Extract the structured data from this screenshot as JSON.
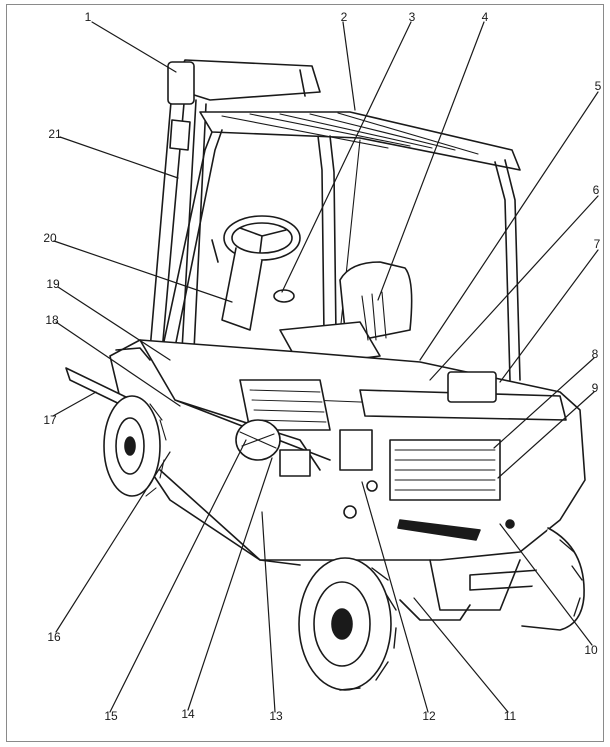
{
  "figure": {
    "callouts": [
      {
        "id": "1",
        "label": "1"
      },
      {
        "id": "2",
        "label": "2"
      },
      {
        "id": "3",
        "label": "3"
      },
      {
        "id": "4",
        "label": "4"
      },
      {
        "id": "5",
        "label": "5"
      },
      {
        "id": "6",
        "label": "6"
      },
      {
        "id": "7",
        "label": "7"
      },
      {
        "id": "8",
        "label": "8"
      },
      {
        "id": "9",
        "label": "9"
      },
      {
        "id": "10",
        "label": "10"
      },
      {
        "id": "11",
        "label": "11"
      },
      {
        "id": "12",
        "label": "12"
      },
      {
        "id": "13",
        "label": "13"
      },
      {
        "id": "14",
        "label": "14"
      },
      {
        "id": "15",
        "label": "15"
      },
      {
        "id": "16",
        "label": "16"
      },
      {
        "id": "17",
        "label": "17"
      },
      {
        "id": "18",
        "label": "18"
      },
      {
        "id": "19",
        "label": "19"
      },
      {
        "id": "20",
        "label": "20"
      },
      {
        "id": "21",
        "label": "21"
      }
    ]
  },
  "colors": {
    "ink": "#1a1a1a",
    "border": "#8a8a8a",
    "background": "#ffffff"
  }
}
